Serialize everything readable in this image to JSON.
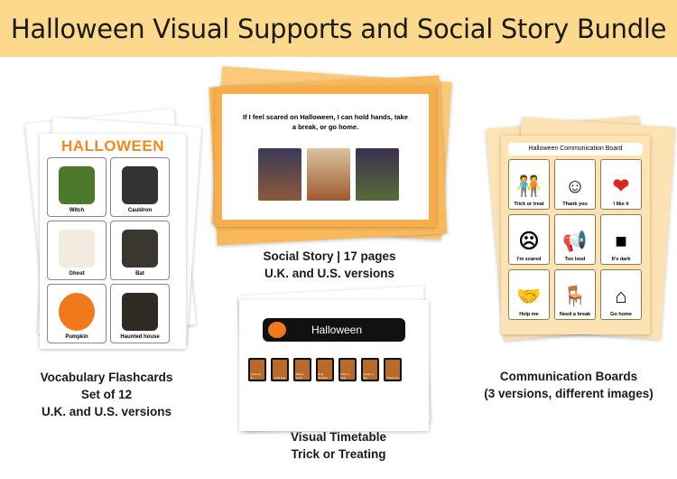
{
  "header": {
    "title": "Halloween Visual Supports and Social Story Bundle"
  },
  "flashcards": {
    "page_title": "HALLOWEEN",
    "cards": [
      {
        "label": "Witch",
        "color": "#4d7a2a"
      },
      {
        "label": "Cauldron",
        "color": "#333333"
      },
      {
        "label": "Ghost",
        "color": "#f2ece0"
      },
      {
        "label": "Bat",
        "color": "#3a3630"
      },
      {
        "label": "Pumpkin",
        "color": "#f07a1a"
      },
      {
        "label": "Haunted house",
        "color": "#2f2a24"
      }
    ],
    "caption": [
      "Vocabulary Flashcards",
      "Set of 12",
      "U.K. and U.S. versions"
    ]
  },
  "social_story": {
    "text": "If I feel scared on Halloween, I can hold hands, take a break, or go home.",
    "caption": [
      "Social Story | 17 pages",
      "U.K. and U.S. versions"
    ]
  },
  "timetable": {
    "title": "Halloween",
    "steps": [
      "Costume on",
      "Hold bag",
      "Walk to house",
      "Ring doorbell",
      "Trick or treat",
      "Candy in bag",
      "Thank you"
    ],
    "caption": [
      "Visual Timetable",
      "Trick or Treating"
    ]
  },
  "comm_board": {
    "title": "Halloween Communication Board",
    "cells": [
      {
        "label": "Trick or treat",
        "icon": "🧑‍🤝‍🧑"
      },
      {
        "label": "Thank you",
        "icon": "☺"
      },
      {
        "label": "I like it",
        "icon": "❤"
      },
      {
        "label": "I'm scared",
        "icon": "☹"
      },
      {
        "label": "Too loud",
        "icon": "📢"
      },
      {
        "label": "It's dark",
        "icon": "■"
      },
      {
        "label": "Help me",
        "icon": "🤝"
      },
      {
        "label": "Need a break",
        "icon": "🪑"
      },
      {
        "label": "Go home",
        "icon": "⌂"
      }
    ],
    "caption": [
      "Communication Boards",
      "(3 versions, different images)"
    ]
  },
  "colors": {
    "header": "#fcd98c",
    "orange": "#f28a1f",
    "board": "#fde3b3"
  }
}
